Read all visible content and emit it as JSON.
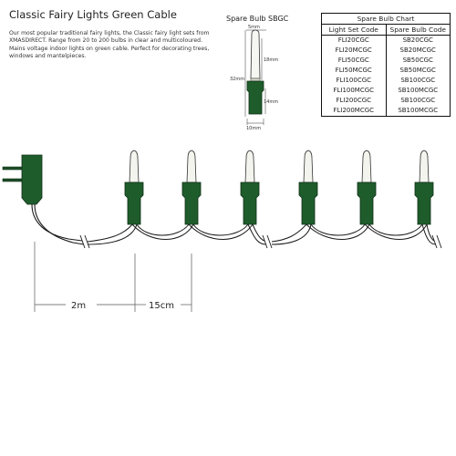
{
  "title": "Classic Fairy Lights Green Cable",
  "description": "Our most popular traditional fairy lights, the Classic fairy light sets from XMASDIRECT. Range from 20 to 200 bulbs in clear and multicoloured. Mains voltage indoor lights on green cable. Perfect for decorating trees, windows and mantelpieces.",
  "spare_bulb": {
    "title": "Spare Bulb SBGC",
    "dims": {
      "top": "5mm",
      "bulb": "18mm",
      "overall": "32mm",
      "base": "14mm",
      "bottom": "10mm"
    }
  },
  "chart": {
    "title": "Spare Bulb Chart",
    "headers": [
      "Light Set Code",
      "Spare Bulb Code"
    ],
    "rows": [
      [
        "FLI20CGC",
        "SB20CGC"
      ],
      [
        "FLI20MCGC",
        "SB20MCGC"
      ],
      [
        "FLI50CGC",
        "SB50CGC"
      ],
      [
        "FLI50MCGC",
        "SB50MCGC"
      ],
      [
        "FLI100CGC",
        "SB100CGC"
      ],
      [
        "FLI100MCGC",
        "SB100MCGC"
      ],
      [
        "FLI200CGC",
        "SB100CGC"
      ],
      [
        "FLI200MCGC",
        "SB100MCGC"
      ]
    ]
  },
  "measurements": {
    "lead": "2m",
    "spacing": "15cm"
  },
  "colors": {
    "cable": "#1e5a2e",
    "holder": "#1f5c2c",
    "bulb": "#f4f4ee",
    "line": "#222222"
  },
  "icons": [
    "plug-adapter-icon",
    "bulb-icon",
    "cable-break-icon"
  ]
}
